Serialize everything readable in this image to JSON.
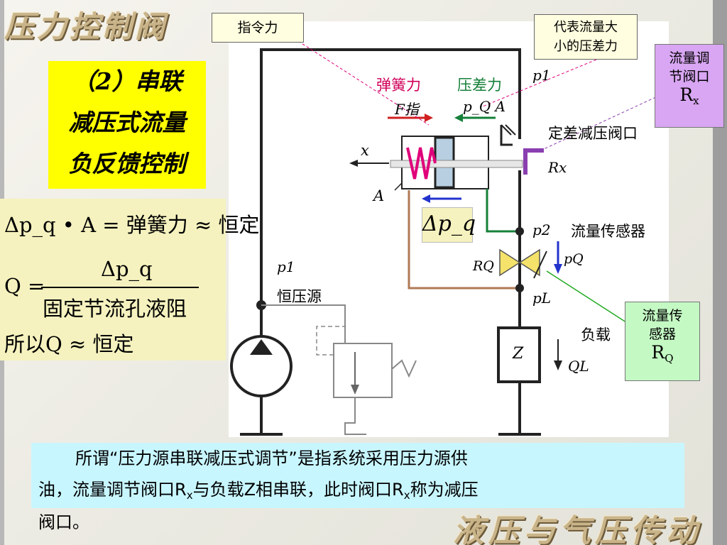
{
  "header": {
    "title": "压力控制阀"
  },
  "footer": {
    "brand": "液压与气压传动"
  },
  "section": {
    "line1": "（2）串联",
    "line2": "减压式流量",
    "line3": "负反馈控制"
  },
  "formulas": {
    "line1": "Δp_q • A = 弹簧力 ≈ 恒定",
    "q_label": "Q =",
    "numerator": "Δp_q",
    "denominator": "固定节流孔液阻",
    "line3": "所以Q ≈ 恒定"
  },
  "callouts": {
    "command_force": "指令力",
    "pressure_diff": [
      "代表流量大",
      "小的压差力"
    ],
    "rx_box": {
      "lines": [
        "流量调",
        "节阀口"
      ],
      "symbol": "R",
      "sub": "x"
    },
    "rq_box": {
      "lines": [
        "流量传",
        "感器"
      ],
      "symbol": "R",
      "sub": "Q"
    }
  },
  "diagram": {
    "spring_force": "弹簧力",
    "pressure_force": "压差力",
    "f_cmd": "F指",
    "pqA": "p_Q A",
    "x": "x",
    "A": "A",
    "p1_top": "p1",
    "valve_port": "定差减压阀口",
    "rx": "Rx",
    "dpq": "Δp_q",
    "p2": "p2",
    "flow_sensor": "流量传感器",
    "rq": "RQ",
    "pq": "pQ",
    "pl": "pL",
    "p1_left": "p1",
    "source": "恒压源",
    "load": "负载",
    "z": "Z",
    "ql": "QL"
  },
  "bottom_text": {
    "line1": "所谓“压力源串联减压式调节”是指系统采用压力源供",
    "line2_a": "油，流量调节阀口R",
    "line2_b": "与负载Z相串联，此时阀口R",
    "line2_c": "称为减压",
    "sub_x": "x",
    "line3": "阀口。"
  },
  "colors": {
    "highlight": "#ffff00",
    "formula_bg": "#f5f2bf",
    "rx_box": "#d8a6f2",
    "rq_box": "#c4f9c4",
    "bottom_bg": "#c8f6ff",
    "spring": "#e0007a",
    "pressure": "#16803a",
    "arrow_blue": "#2233cc"
  }
}
